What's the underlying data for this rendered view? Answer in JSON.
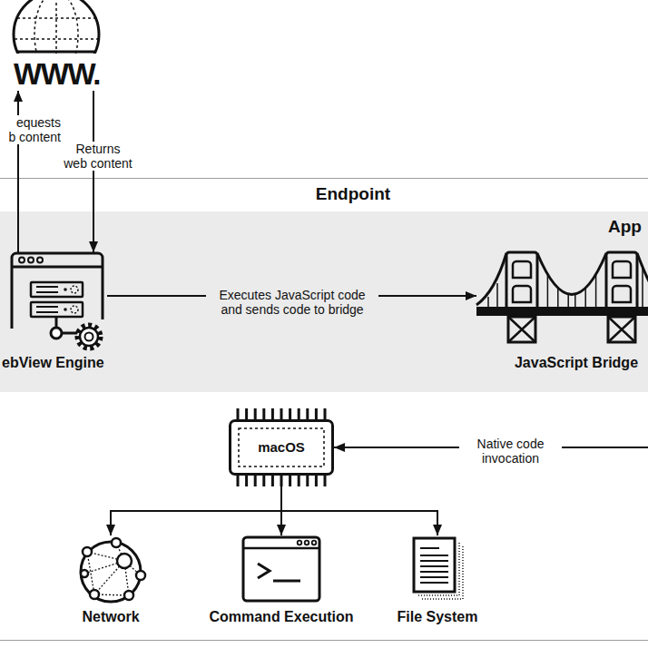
{
  "diagram": {
    "nodes": [
      {
        "text": [
          "WWW."
        ]
      },
      {
        "text": [
          "Endpoint"
        ]
      },
      {
        "text": [
          "App"
        ],
        "in": 1
      },
      {
        "text": [
          "ebView Engine"
        ],
        "in": 2
      },
      {
        "text": [
          "JavaScript Bridge"
        ],
        "in": 2
      },
      {
        "text": [
          "macOS"
        ],
        "in": 1
      },
      {
        "text": [
          "Network"
        ],
        "in": 1
      },
      {
        "text": [
          "Command Execution"
        ],
        "in": 1
      },
      {
        "text": [
          "File System"
        ],
        "in": 1
      }
    ],
    "edges": [
      {
        "from": 3,
        "to": 0,
        "label": "equests b content",
        "arrow": "to"
      },
      {
        "from": 0,
        "to": 3,
        "label": "Returns web content",
        "arrow": "to"
      },
      {
        "from": 3,
        "to": 4,
        "label": "Executes JavaScript code and sends code to bridge",
        "arrow": "to"
      },
      {
        "from": 4,
        "to": 5,
        "label": "Native code invocation",
        "arrow": "to"
      },
      {
        "from": 5,
        "to": 6,
        "arrow": "to"
      },
      {
        "from": 5,
        "to": 7,
        "arrow": "to"
      },
      {
        "from": 5,
        "to": 8,
        "arrow": "to"
      }
    ]
  }
}
